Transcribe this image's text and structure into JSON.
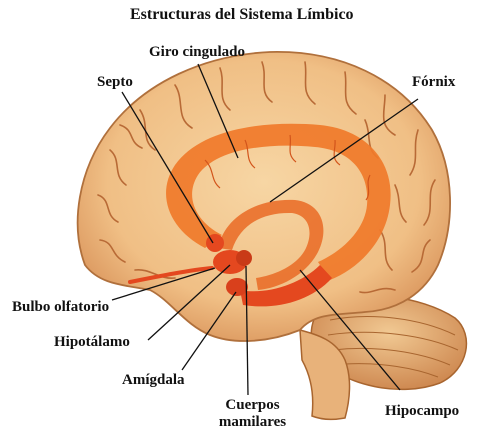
{
  "diagram": {
    "title": "Estructuras del Sistema Límbico",
    "labels": {
      "giro_cingulado": "Giro cingulado",
      "septo": "Septo",
      "fornix": "Fórnix",
      "bulbo_olfatorio": "Bulbo olfatorio",
      "hipotalamo": "Hipotálamo",
      "amigdala": "Amígdala",
      "cuerpos_mamilares_line1": "Cuerpos",
      "cuerpos_mamilares_line2": "mamilares",
      "hipocampo": "Hipocampo"
    },
    "colors": {
      "brain_fill": "#f2c48a",
      "brain_shadow": "#d9935a",
      "sulcus": "#b86a36",
      "limbic": "#f07a2a",
      "limbic_dark": "#d2541b",
      "structures": "#e4481f",
      "leader_line": "#111111"
    }
  }
}
